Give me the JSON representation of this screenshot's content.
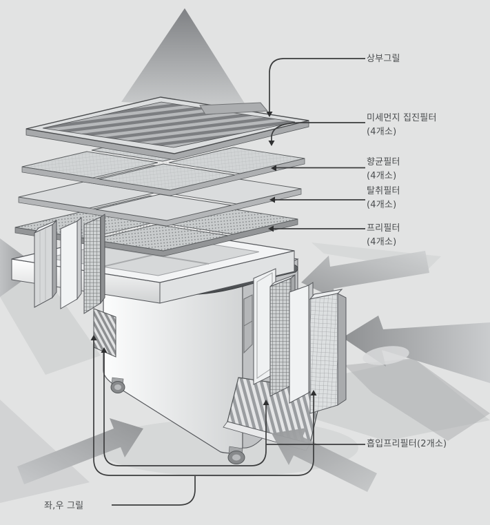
{
  "diagram": {
    "labels": {
      "top_grille": "상부그릴",
      "dust_filter_line1": "미세먼지 집진필터",
      "dust_filter_line2": "(4개소)",
      "antibacterial_line1": "향균필터",
      "antibacterial_line2": "(4개소)",
      "deodorizing_line1": "탈취필터",
      "deodorizing_line2": "(4개소)",
      "prefilter_line1": "프리필터",
      "prefilter_line2": "(4개소)",
      "intake_prefilter": "흡입프리필터(2개소)",
      "left_right_grille": "좌,우 그릴"
    },
    "colors": {
      "background": "#e2e3e3",
      "leader_line": "#3a3b3c",
      "label_text": "#4a4d4f",
      "airflow_arrow": "#a3a5a7",
      "control_panel": "#54585b"
    }
  }
}
